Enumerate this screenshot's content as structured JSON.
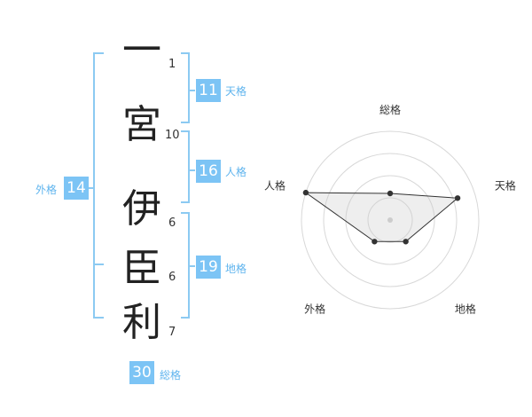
{
  "name": {
    "characters": [
      "一",
      "宮",
      "伊",
      "臣",
      "利"
    ],
    "strokes": [
      "1",
      "10",
      "6",
      "6",
      "7"
    ]
  },
  "kaku": {
    "ten": {
      "label": "天格",
      "value": "11"
    },
    "jin": {
      "label": "人格",
      "value": "16"
    },
    "chi": {
      "label": "地格",
      "value": "19"
    },
    "gai": {
      "label": "外格",
      "value": "14"
    },
    "so": {
      "label": "総格",
      "value": "30"
    }
  },
  "colors": {
    "accent": "#7cc4f5",
    "label": "#5fb4ee",
    "bracket": "#8ccaf2"
  },
  "chart_data": {
    "type": "radar",
    "axes": [
      "総格",
      "天格",
      "地格",
      "外格",
      "人格"
    ],
    "values": [
      0.3,
      0.8,
      0.3,
      0.3,
      1.0
    ],
    "range": [
      0,
      1
    ],
    "rings": 4
  }
}
